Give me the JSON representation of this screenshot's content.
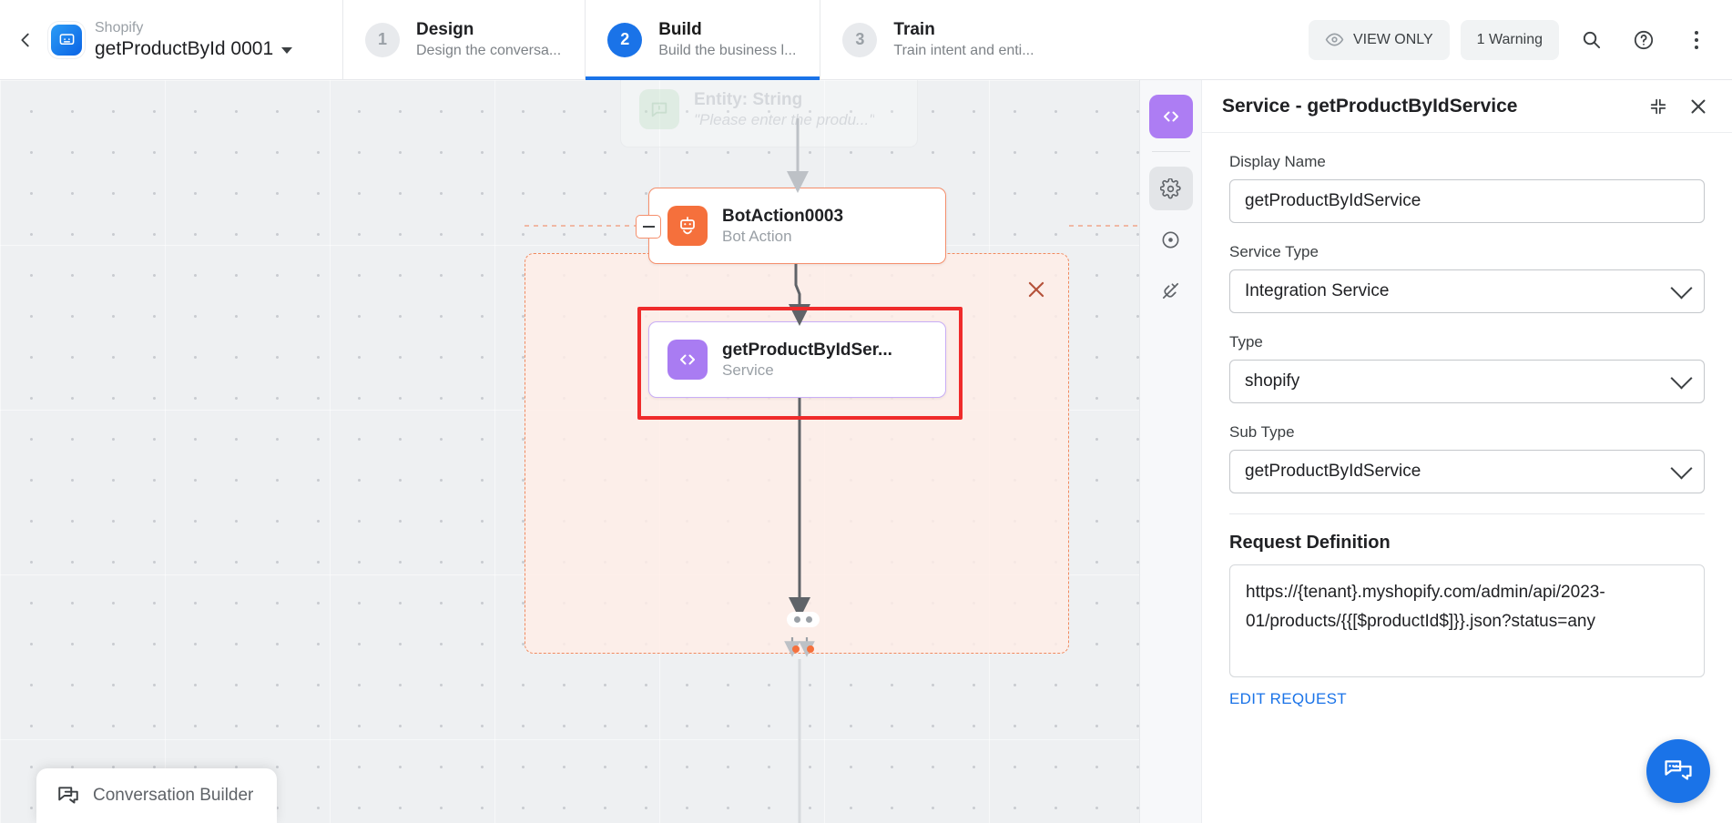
{
  "topbar": {
    "back_icon": "chevron-left-icon",
    "app_logo_icon": "bot-chat-logo-icon",
    "brand_superlabel": "Shopify",
    "brand_title": "getProductById 0001",
    "tabs": [
      {
        "num": "1",
        "title": "Design",
        "sub": "Design the conversa...",
        "active": false
      },
      {
        "num": "2",
        "title": "Build",
        "sub": "Build the business l...",
        "active": true
      },
      {
        "num": "3",
        "title": "Train",
        "sub": "Train intent and enti...",
        "active": false
      }
    ],
    "view_only_label": "VIEW ONLY",
    "warning_label": "1 Warning",
    "search_icon": "search-icon",
    "help_icon": "help-circle-icon",
    "more_icon": "kebab-menu-icon"
  },
  "canvas": {
    "region_close_icon": "close-icon",
    "nodes": [
      {
        "title": "Entity: String",
        "sub": "\"Please enter the produ...\"",
        "icon": "entity-message-icon"
      },
      {
        "title": "BotAction0003",
        "sub": "Bot Action",
        "icon": "robot-icon"
      },
      {
        "title": "getProductByIdSer...",
        "sub": "Service",
        "icon": "code-brackets-icon"
      }
    ],
    "collapse_icon": "minus-icon",
    "dock_label": "Conversation Builder",
    "dock_icon": "conversation-builder-icon"
  },
  "panel": {
    "rail": [
      {
        "icon": "code-brackets-icon",
        "state": "active"
      },
      {
        "icon": "gear-icon",
        "state": "soft"
      },
      {
        "icon": "target-circle-icon",
        "state": "plain"
      },
      {
        "icon": "plug-disconnected-icon",
        "state": "plain"
      }
    ],
    "title": "Service - getProductByIdService",
    "collapse_icon": "collapse-inward-icon",
    "close_icon": "close-icon",
    "fields": [
      {
        "label": "Display Name",
        "value": "getProductByIdService",
        "type": "text"
      },
      {
        "label": "Service Type",
        "value": "Integration Service",
        "type": "select"
      },
      {
        "label": "Type",
        "value": "shopify",
        "type": "select"
      },
      {
        "label": "Sub Type",
        "value": "getProductByIdService",
        "type": "select"
      }
    ],
    "request_section_title": "Request Definition",
    "request_value": "https://{tenant}.myshopify.com/admin/api/2023-01/products/{{[$productId$]}}.json?status=any",
    "edit_request_label": "EDIT REQUEST"
  },
  "chat_fab_icon": "chat-bubbles-icon",
  "colors": {
    "accent_blue": "#1a73e8",
    "service_purple": "#a97cf2",
    "bot_orange": "#f5703c",
    "annotation_red": "#ef2b2b",
    "region_bg": "#ffede6"
  }
}
